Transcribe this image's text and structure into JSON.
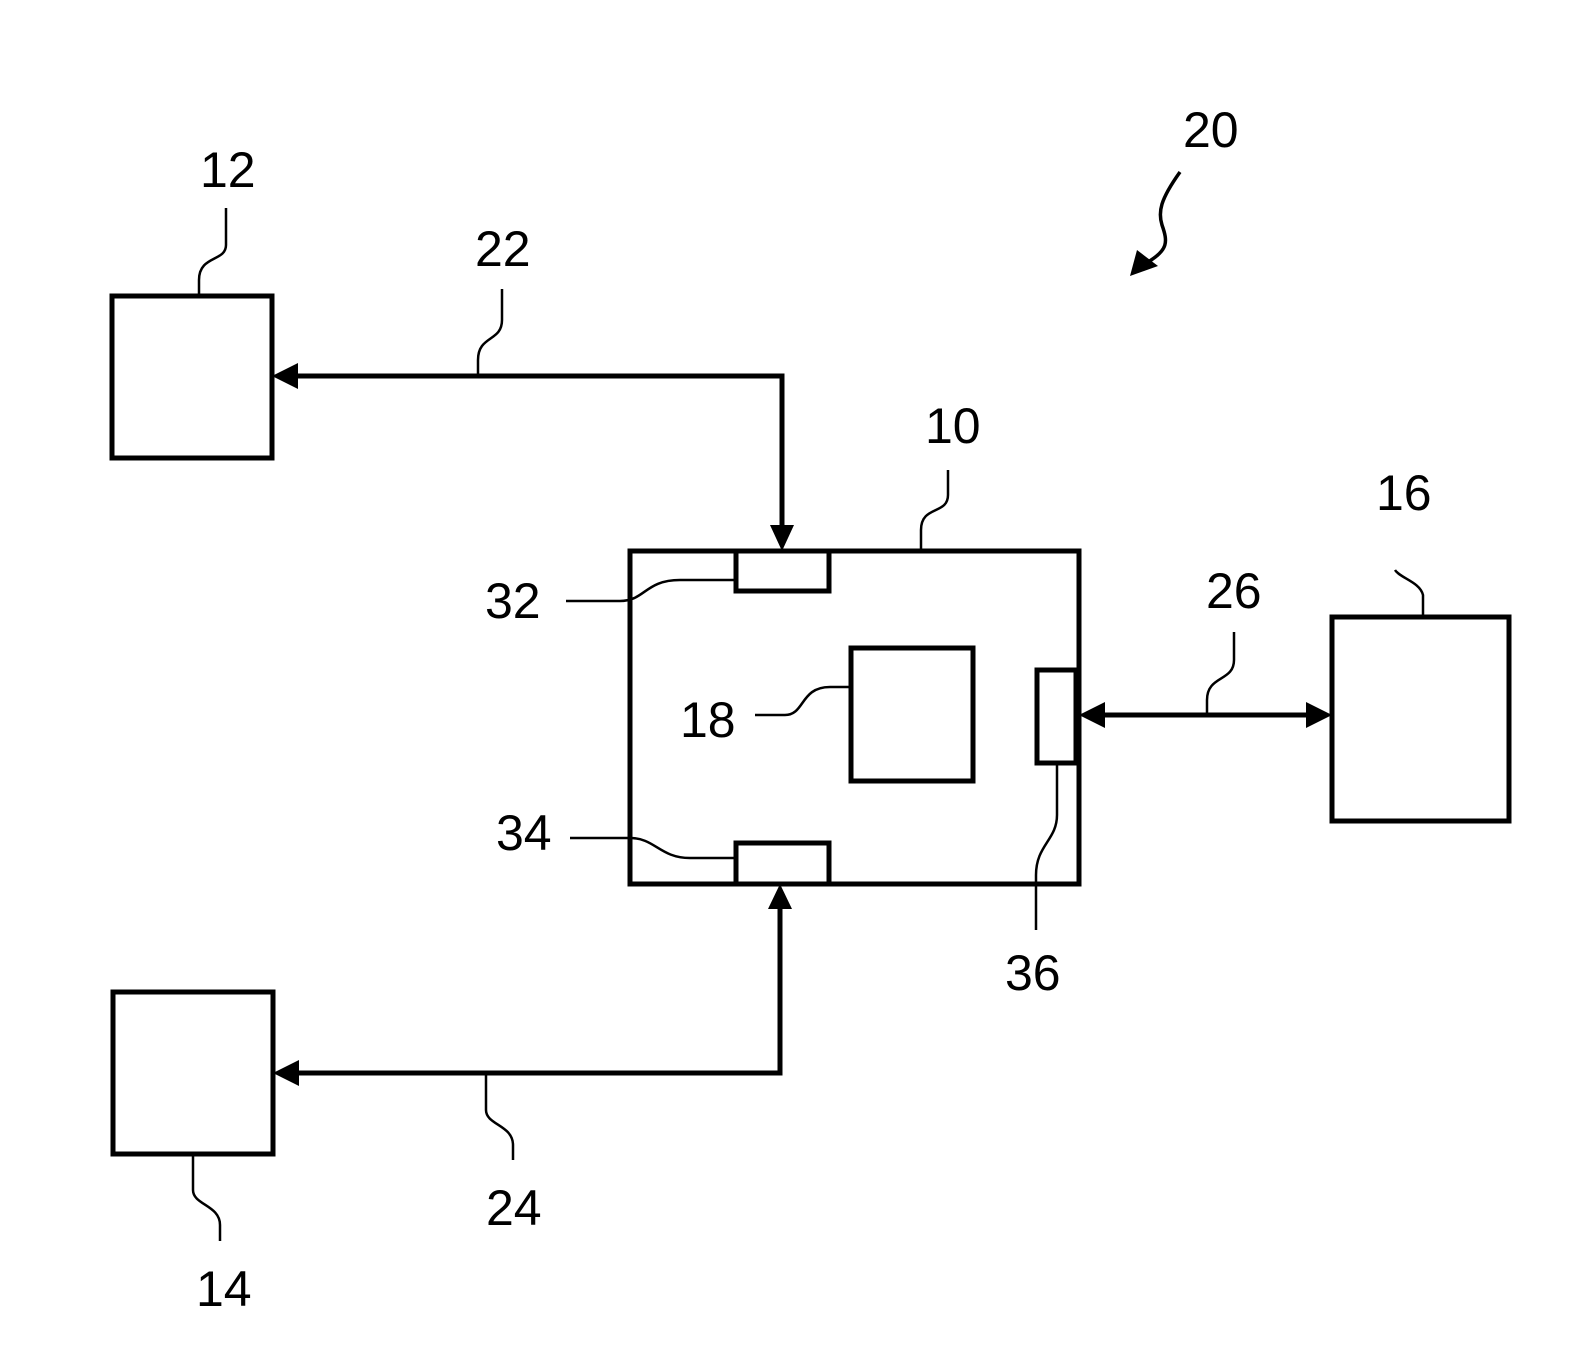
{
  "diagram": {
    "figure_ref": "20",
    "nodes": [
      {
        "id": "10",
        "role": "central unit"
      },
      {
        "id": "12",
        "role": "upper-left block"
      },
      {
        "id": "14",
        "role": "lower-left block"
      },
      {
        "id": "16",
        "role": "right block"
      },
      {
        "id": "18",
        "role": "inner component of 10"
      },
      {
        "id": "32",
        "role": "top interface of 10"
      },
      {
        "id": "34",
        "role": "bottom interface of 10"
      },
      {
        "id": "36",
        "role": "right interface of 10"
      }
    ],
    "connections": [
      {
        "id": "22",
        "from": "12",
        "to": "32",
        "direction": "bidirectional-path, arrows at 12 and 32"
      },
      {
        "id": "24",
        "from": "34",
        "to": "14",
        "direction": "arrows at 14 and 34"
      },
      {
        "id": "26",
        "from": "36",
        "to": "16",
        "direction": "bidirectional"
      }
    ],
    "labels": {
      "l10": "10",
      "l12": "12",
      "l14": "14",
      "l16": "16",
      "l18": "18",
      "l20": "20",
      "l22": "22",
      "l24": "24",
      "l26": "26",
      "l32": "32",
      "l34": "34",
      "l36": "36"
    }
  }
}
